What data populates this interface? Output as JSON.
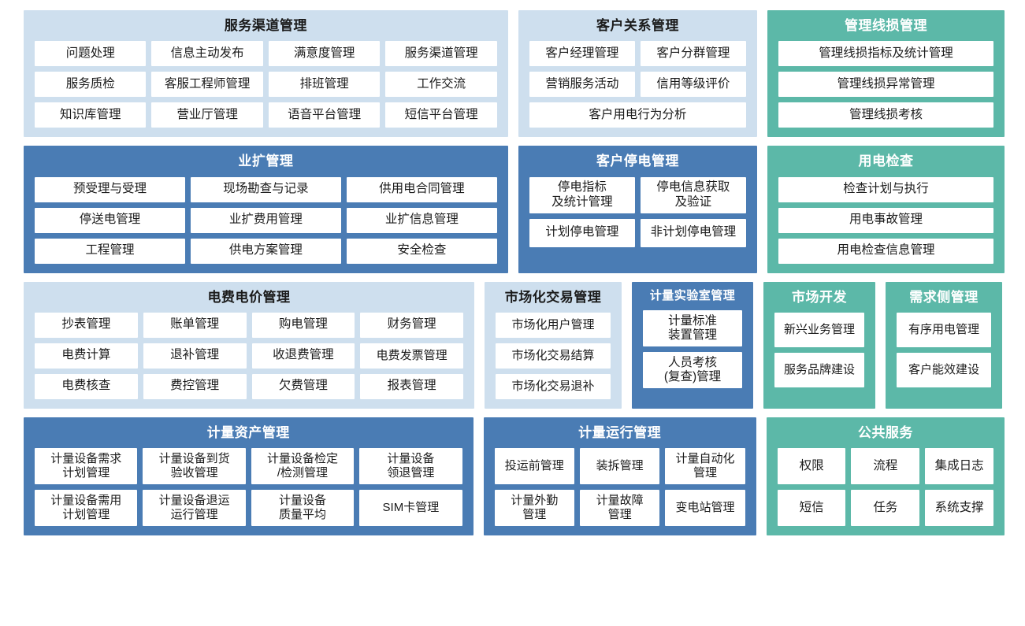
{
  "theme": {
    "light_blue": "#cedfee",
    "blue": "#4a7cb4",
    "teal": "#5cb8a8",
    "cell_bg": "#ffffff",
    "page_bg": "#ffffff"
  },
  "panels": {
    "service_channel": {
      "title": "服务渠道管理",
      "items": [
        "问题处理",
        "信息主动发布",
        "满意度管理",
        "服务渠道管理",
        "服务质检",
        "客服工程师管理",
        "排班管理",
        "工作交流",
        "知识库管理",
        "营业厅管理",
        "语音平台管理",
        "短信平台管理"
      ]
    },
    "customer_relation": {
      "title": "客户关系管理",
      "items": [
        "客户经理管理",
        "客户分群管理",
        "营销服务活动",
        "信用等级评价",
        "客户用电行为分析"
      ]
    },
    "line_loss": {
      "title": "管理线损管理",
      "items": [
        "管理线损指标及统计管理",
        "管理线损异常管理",
        "管理线损考核"
      ]
    },
    "business_expansion": {
      "title": "业扩管理",
      "items": [
        "预受理与受理",
        "现场勘查与记录",
        "供用电合同管理",
        "停送电管理",
        "业扩费用管理",
        "业扩信息管理",
        "工程管理",
        "供电方案管理",
        "安全检查"
      ]
    },
    "customer_outage": {
      "title": "客户停电管理",
      "items": [
        "停电指标\n及统计管理",
        "停电信息获取\n及验证",
        "计划停电管理",
        "非计划停电管理"
      ]
    },
    "power_inspection": {
      "title": "用电检查",
      "items": [
        "检查计划与执行",
        "用电事故管理",
        "用电检查信息管理"
      ]
    },
    "electricity_price": {
      "title": "电费电价管理",
      "items": [
        "抄表管理",
        "账单管理",
        "购电管理",
        "财务管理",
        "电费计算",
        "退补管理",
        "收退费管理",
        "电费发票管理",
        "电费核查",
        "费控管理",
        "欠费管理",
        "报表管理"
      ]
    },
    "market_trading": {
      "title": "市场化交易管理",
      "items": [
        "市场化用户管理",
        "市场化交易结算",
        "市场化交易退补"
      ]
    },
    "metering_lab": {
      "title": "计量实验室管理",
      "items": [
        "计量标准\n装置管理",
        "人员考核\n(复查)管理"
      ]
    },
    "market_development": {
      "title": "市场开发",
      "items": [
        "新兴业务管理",
        "服务品牌建设"
      ]
    },
    "demand_side": {
      "title": "需求侧管理",
      "items": [
        "有序用电管理",
        "客户能效建设"
      ]
    },
    "metering_asset": {
      "title": "计量资产管理",
      "items": [
        "计量设备需求\n计划管理",
        "计量设备到货\n验收管理",
        "计量设备检定\n/检测管理",
        "计量设备\n领退管理",
        "计量设备需用\n计划管理",
        "计量设备退运\n运行管理",
        "计量设备\n质量平均",
        "SIM卡管理"
      ]
    },
    "metering_operation": {
      "title": "计量运行管理",
      "items": [
        "投运前管理",
        "装拆管理",
        "计量自动化\n管理",
        "计量外勤\n管理",
        "计量故障\n管理",
        "变电站管理"
      ]
    },
    "public_service": {
      "title": "公共服务",
      "items": [
        "权限",
        "流程",
        "集成日志",
        "短信",
        "任务",
        "系统支撑"
      ]
    }
  }
}
